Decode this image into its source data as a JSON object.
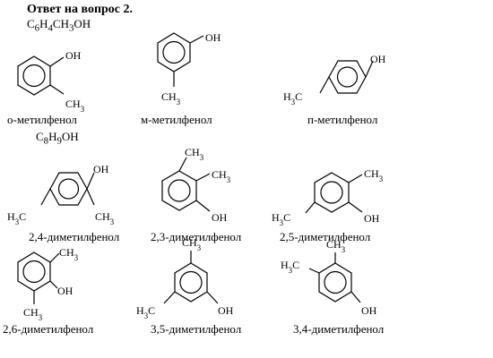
{
  "heading": "Ответ на вопрос 2.",
  "formula_1": "C6H4CH3OH",
  "formula_2": "C8H9OH",
  "groups": {
    "oh": "OH",
    "ch3": "CH3",
    "h3c": "H3C"
  },
  "names": {
    "o_methylphenol": "о-метилфенол",
    "m_methylphenol": "м-метилфенол",
    "p_methylphenol": "п-метилфенол",
    "dm_24": "2,4-диметилфенол",
    "dm_23": "2,3-диметилфенол",
    "dm_25": "2,5-диметилфенол",
    "dm_26": "2,6-диметилфенол",
    "dm_35": "3,5-диметилфенол",
    "dm_34": "3,4-диметилфенол"
  },
  "colors": {
    "ink": "#000000",
    "background": "#ffffff"
  }
}
